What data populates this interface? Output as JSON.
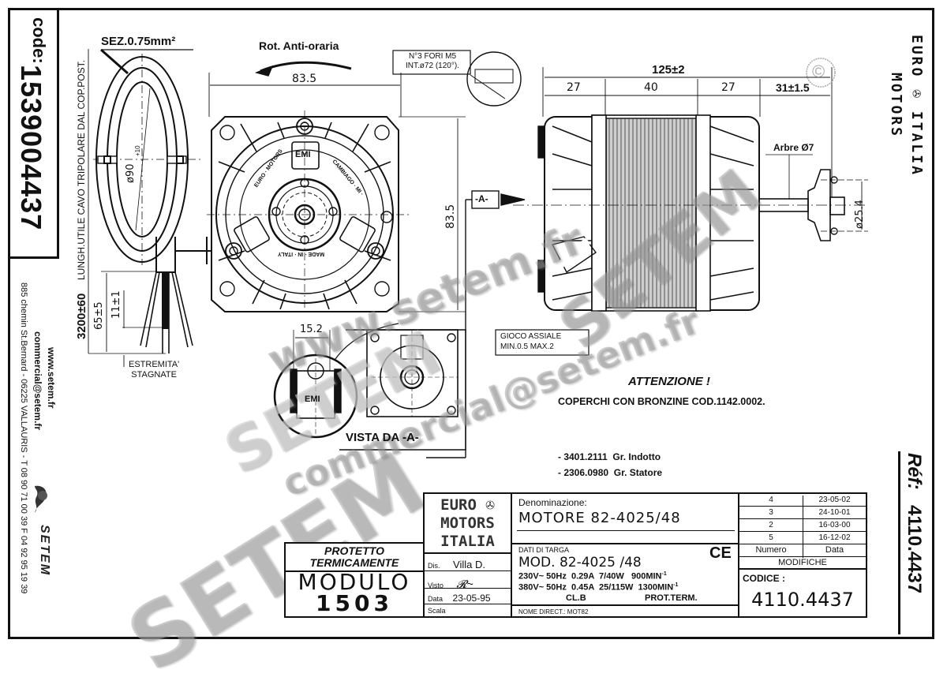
{
  "side_strip": {
    "code_label": "code:",
    "code_value": "1539004437",
    "website": "www.setem.fr",
    "email": "commercial@setem.fr",
    "address": "885 chemin St.Bernard  -  06225 VALLAURIS  -  T 08 90 71 00 39  F 04 92 95 19 39",
    "brand": "SETEM"
  },
  "cable": {
    "section": "SEZ.0.75mm²",
    "diameter": "ø90",
    "tolerance_plus": "+10",
    "tolerance_minus": "0",
    "length_label_value": "3200±60",
    "length_label_text": "LUNGH.UTILE CAVO TRIPOLARE DAL COP.POST.",
    "dim_65": "65±5",
    "dim_11": "11±1",
    "ends_note_line1": "ESTREMITA'",
    "ends_note_line2": "STAGNATE"
  },
  "front_view": {
    "rotation": "Rot. Anti-oraria",
    "width_dim": "83.5",
    "height_dim": "83.5",
    "holes_note_line1": "N°3 FORI M5",
    "holes_note_line2": "INT.ø72 (120°).",
    "label_emi": "EMI",
    "ring_text_1": "EURO · MOTORS",
    "ring_text_2": "CAMBIAGO · MI ·",
    "ring_text_3": "MADE · IN · ITALY"
  },
  "side_view": {
    "total_dim": "125±2",
    "dims": [
      "27",
      "40",
      "27",
      "31±1.5"
    ],
    "shaft": "Arbre Ø7",
    "hub_dim": "ø25.4",
    "view_marker": "-A-",
    "axial_play_line1": "GIOCO ASSIALE",
    "axial_play_line2": "MIN.0.5  MAX.2"
  },
  "detail_view": {
    "dim": "15.2",
    "label_emi": "EMI",
    "caption": "VISTA DA  -A-"
  },
  "notes": {
    "warning_title": "ATTENZIONE !",
    "warning_text": "COPERCHI CON BRONZINE COD.1142.0002.",
    "parts": [
      {
        "code": "- 3401.2111",
        "name": "Gr. Indotto"
      },
      {
        "code": "- 2306.0980",
        "name": "Gr. Statore"
      }
    ]
  },
  "brand_logo": {
    "line1": "EURO",
    "line2": "MOTORS",
    "line3": "ITALIA",
    "fan_icon": "fan-icon"
  },
  "title_block": {
    "protection_line1": "PROTETTO",
    "protection_line2": "TERMICAMENTE",
    "module_label": "MODULO",
    "module_number": "1503",
    "dis_label": "Dis.",
    "dis_value": "Villa D.",
    "visto_label": "Visto",
    "data_label": "Data",
    "data_value": "23-05-95",
    "scala_label": "Scala",
    "denominazione_label": "Denominazione:",
    "denominazione_value": "MOTORE  82-4025/48",
    "dati_label": "DATI DI TARGA",
    "ce_mark": "CE",
    "mod_value": "MOD.  82-4025 /48",
    "spec_line1": "230V~ 50Hz  0.29A  7/40W   900MIN",
    "spec_line2": "380V~ 50Hz  0.45A  25/115W  1300MIN",
    "spec_sup": "-1",
    "spec_line3_a": "CL.B",
    "spec_line3_b": "PROT.TERM.",
    "nome_direct": "NOME  DIRECT.:  MOT82",
    "revisions": [
      {
        "numero": "4",
        "data": "23-05-02"
      },
      {
        "numero": "3",
        "data": "24-10-01"
      },
      {
        "numero": "2",
        "data": "16-03-00"
      },
      {
        "numero": "5",
        "data": "16-12-02"
      }
    ],
    "numero_header": "Numero",
    "data_header": "Data",
    "modifiche_label": "MODIFICHE",
    "codice_label": "CODICE :",
    "codice_value": "4110.4437"
  },
  "reference": {
    "label": "Réf:",
    "value": "4110.4437"
  },
  "watermarks": {
    "big": "SETEM",
    "site": "www.setem.fr",
    "mail": "commercial@setem.fr"
  },
  "copyright_symbol": "©"
}
